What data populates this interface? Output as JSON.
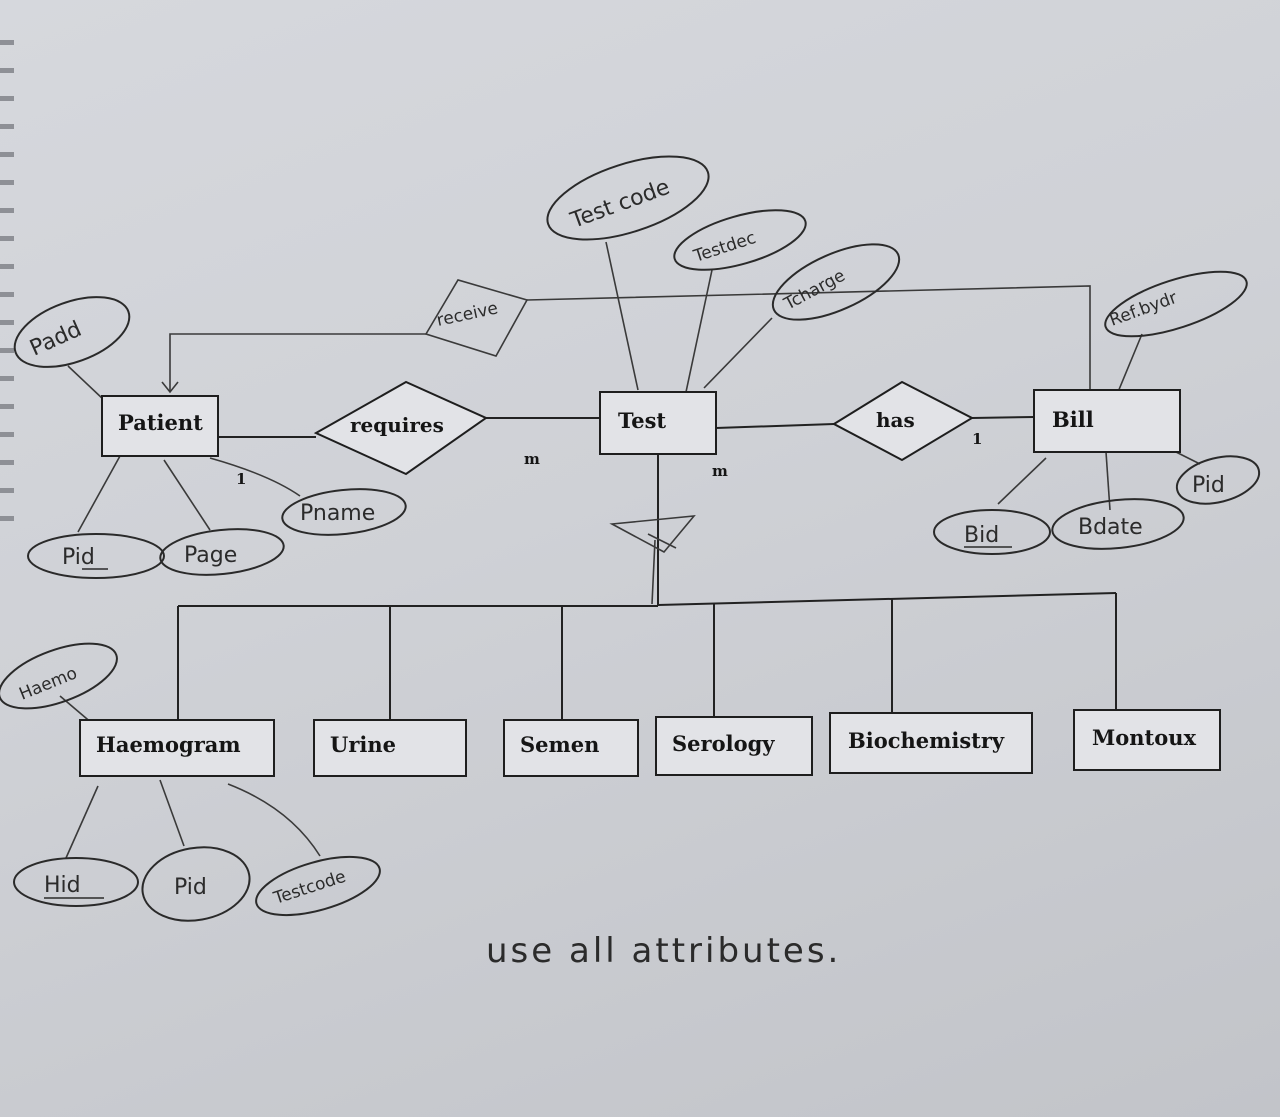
{
  "entities": {
    "patient": "Patient",
    "test": "Test",
    "bill": "Bill",
    "haemogram": "Haemogram",
    "urine": "Urine",
    "semen": "Semen",
    "serology": "Serology",
    "biochemistry": "Biochemistry",
    "montoux": "Montoux"
  },
  "relationships": {
    "requires": "requires",
    "has": "has",
    "receive": "receive"
  },
  "cardinalities": {
    "patient_requires": "1",
    "requires_test": "m",
    "test_has": "m",
    "has_bill": "1"
  },
  "attributes": {
    "patient": {
      "padd": "Padd",
      "pid": "Pid",
      "page": "Page",
      "pname": "Pname"
    },
    "test": {
      "testcode": "Test code",
      "testdec": "Testdec",
      "tcharge": "Tcharge"
    },
    "bill": {
      "refbydr": "Ref.bydr",
      "bid": "Bid",
      "bdate": "Bdate",
      "pid": "Pid"
    },
    "haemogram": {
      "haemo": "Haemo",
      "hid": "Hid",
      "pid": "Pid",
      "testcode": "Testcode"
    }
  },
  "note": "use all attributes."
}
